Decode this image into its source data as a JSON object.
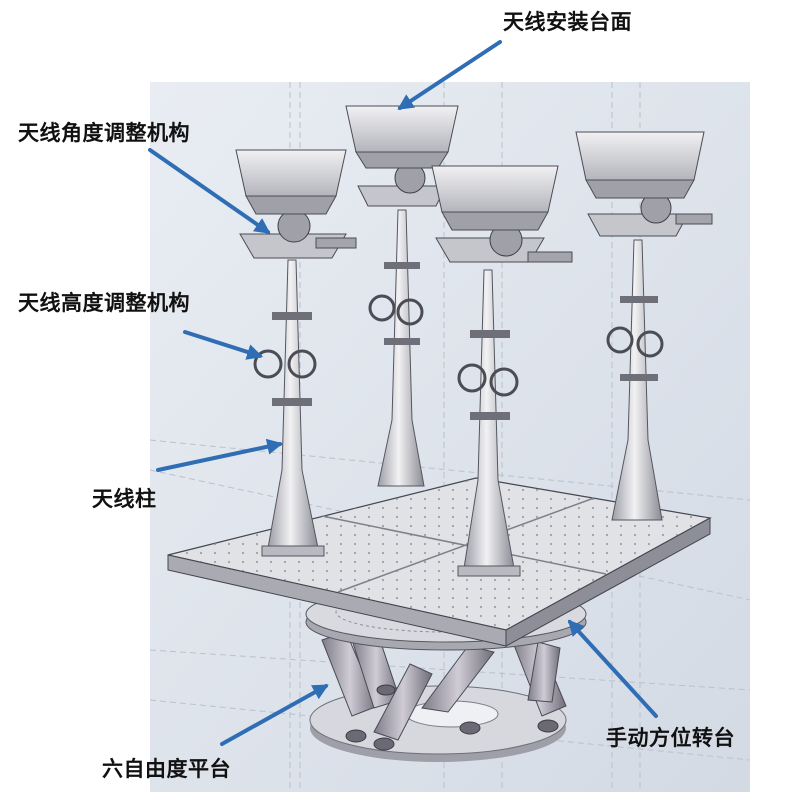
{
  "labels": {
    "antenna_mount_surface": "天线安装台面",
    "antenna_angle_adjust": "天线角度调整机构",
    "antenna_height_adjust": "天线高度调整机构",
    "antenna_column": "天线柱",
    "manual_turntable": "手动方位转台",
    "six_dof_platform": "六自由度平台"
  },
  "colors": {
    "arrow": "#2f6db5",
    "render_bg": "#dde3ec",
    "metal_light": "#e6e6e8",
    "metal_mid": "#bfc0c6",
    "metal_dark": "#7d7f88",
    "actuator": "#a09ea8",
    "outline": "#3a3a44"
  }
}
